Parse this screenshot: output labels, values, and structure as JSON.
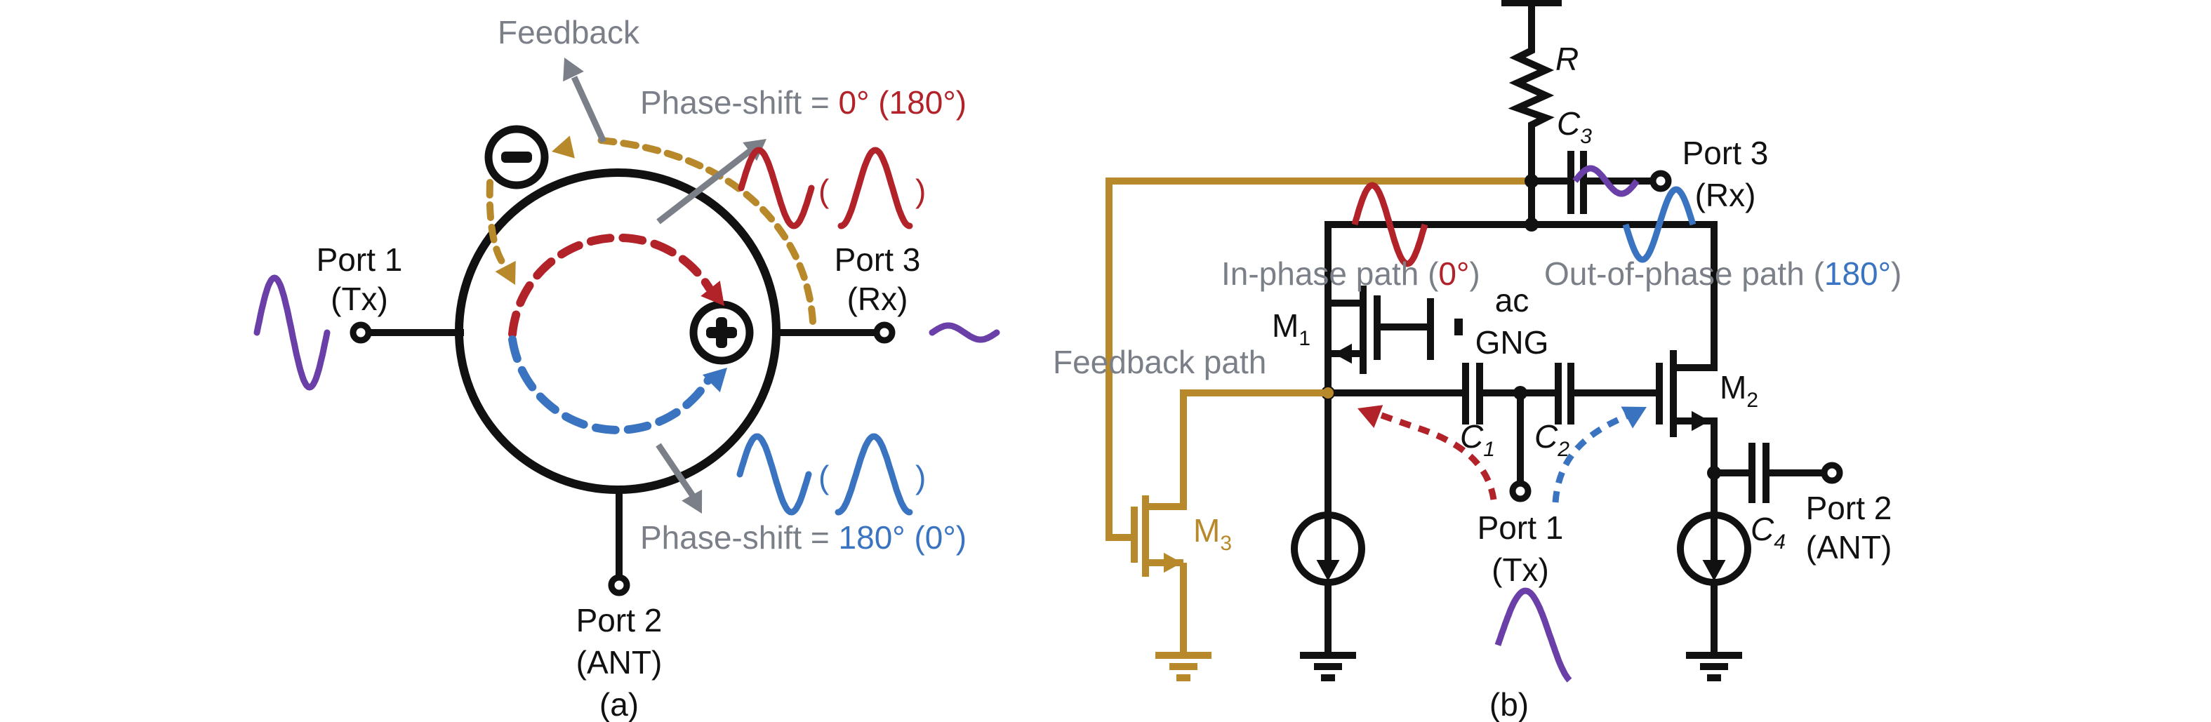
{
  "colors": {
    "red": "#b22229",
    "blue": "#3a74c0",
    "gold": "#b8892a",
    "purple": "#6a3fa8",
    "gray": "#7b8088",
    "black": "#111111"
  },
  "panel_a": {
    "label": "(a)",
    "feedback": "Feedback",
    "port1": {
      "name": "Port 1",
      "role": "(Tx)"
    },
    "port2": {
      "name": "Port 2",
      "role": "(ANT)"
    },
    "port3": {
      "name": "Port 3",
      "role": "(Rx)"
    },
    "phase_top": {
      "prefix": "Phase-shift = ",
      "value": "0° (180°)"
    },
    "phase_bottom": {
      "prefix": "Phase-shift = ",
      "value": "180° (0°)"
    },
    "paren_open": "(",
    "paren_close": ")"
  },
  "panel_b": {
    "label": "(b)",
    "resistor": "R",
    "c1": {
      "main": "C",
      "sub": "1"
    },
    "c2": {
      "main": "C",
      "sub": "2"
    },
    "c3": {
      "main": "C",
      "sub": "3"
    },
    "c4": {
      "main": "C",
      "sub": "4"
    },
    "m1": {
      "main": "M",
      "sub": "1"
    },
    "m2": {
      "main": "M",
      "sub": "2"
    },
    "m3": {
      "main": "M",
      "sub": "3"
    },
    "ac": "ac",
    "gng": "GNG",
    "in_phase": {
      "text": "In-phase path (",
      "value": "0°",
      "close": ")"
    },
    "out_phase": {
      "text": "Out-of-phase path (",
      "value": "180°",
      "close": ")"
    },
    "feedback_path": "Feedback path",
    "port1": {
      "name": "Port 1",
      "role": "(Tx)"
    },
    "port2": {
      "name": "Port 2",
      "role": "(ANT)"
    },
    "port3": {
      "name": "Port 3",
      "role": "(Rx)"
    }
  }
}
